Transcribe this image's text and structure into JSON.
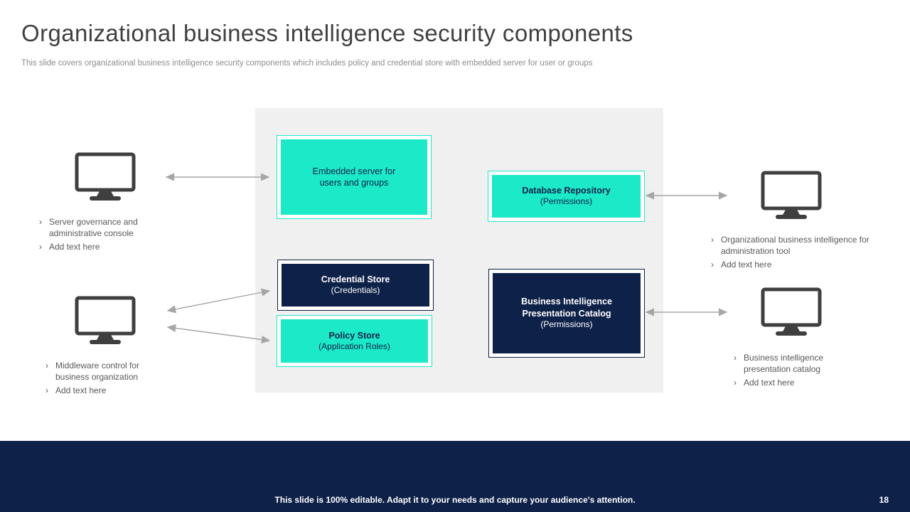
{
  "title": "Organizational business intelligence security components",
  "subtitle": "This slide covers organizational business intelligence security components which includes policy and credential store with embedded server for user or groups",
  "bullet_char": "›",
  "diagram": {
    "embedded_server": {
      "text": "Embedded server for users and groups"
    },
    "database_repository": {
      "title": "Database Repository",
      "subtitle": "(Permissions)"
    },
    "credential_store": {
      "title": "Credential Store",
      "subtitle": "(Credentials)"
    },
    "policy_store": {
      "title": "Policy Store",
      "subtitle": "(Application Roles)"
    },
    "bi_presentation_catalog": {
      "title": "Business Intelligence Presentation Catalog",
      "subtitle": "(Permissions)"
    }
  },
  "panels": {
    "left_top": {
      "items": [
        "Server governance and administrative console",
        "Add text here"
      ]
    },
    "left_bottom": {
      "items": [
        "Middleware control for business organization",
        "Add text here"
      ]
    },
    "right_top": {
      "items": [
        "Organizational business intelligence for administration tool",
        "Add text here"
      ]
    },
    "right_bottom": {
      "items": [
        "Business intelligence presentation catalog",
        "Add text here"
      ]
    }
  },
  "footer": {
    "text": "This slide is 100% editable. Adapt it to your needs and capture your audience's attention.",
    "page_number": "18"
  },
  "colors": {
    "teal": "#1CE9C8",
    "navy": "#0E2148",
    "diagram_background": "#F0F0F0",
    "arrow": "#A6A6A6",
    "title_text": "#404040",
    "body_text": "#595959"
  }
}
